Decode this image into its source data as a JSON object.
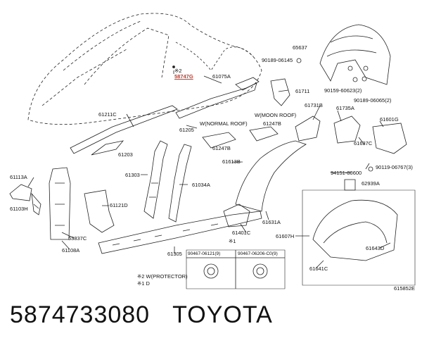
{
  "diagram": {
    "labels": {
      "p58747": "58747G",
      "p61075a": "61075A",
      "p65637": "65637",
      "p90189_06145": "90189-06145",
      "p61711": "61711",
      "p90159_60623": "90159-60623(2)",
      "p90189_06065": "90189-06065(2)",
      "p61211c": "61211C",
      "p61203": "61203",
      "p61205": "61205",
      "p_normal_roof": "W(NORMAL ROOF)",
      "p61247b_a": "61247B",
      "p_moon_roof": "W(MOON ROOF)",
      "p61247b_b": "61247B",
      "p61731b": "61731B",
      "p61735a": "61735A",
      "p61601g": "61601G",
      "p61637c": "61637C",
      "p61613b": "61613B",
      "p94151_80600": "94151-80600",
      "p90119_06767": "90119-06767(3)",
      "p61113a": "61113A",
      "p61303": "61303",
      "p61034a": "61034A",
      "p62939a": "62939A",
      "p61103h": "61103H",
      "p61121d": "61121D",
      "p61631a": "61631A",
      "p53837c": "53837C",
      "p61401c": "61401C",
      "p61607h": "61607H",
      "p61108a": "61108A",
      "p61643d": "61643D",
      "p61305": "61305",
      "p61641c": "61641C",
      "p90467_06121": "90467-06121(9)",
      "p90467_06206": "90467-06206-C0(9)",
      "note1_mark": "※2",
      "note1": "※2 W(PROTECTOR)",
      "note2": "※1 D",
      "mark1": "※1",
      "mark1b": "※1",
      "ref": "615852E"
    }
  },
  "caption": {
    "part_number": "5874733080",
    "brand": "TOYOTA"
  }
}
